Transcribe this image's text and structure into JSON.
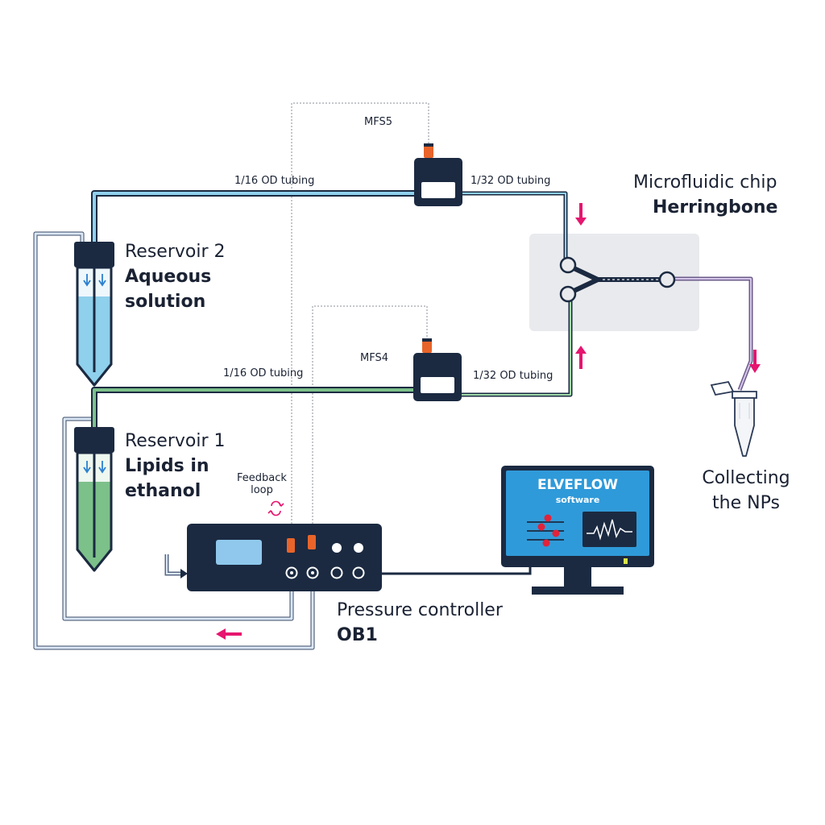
{
  "labels": {
    "mfs5": "MFS5",
    "mfs4": "MFS4",
    "tubing_116_top": "1/16 OD tubing",
    "tubing_132_top": "1/32 OD tubing",
    "tubing_116_bottom": "1/16 OD tubing",
    "tubing_132_bottom": "1/32 OD tubing",
    "chip_line1": "Microfluidic chip",
    "chip_line2": "Herringbone",
    "reservoir2_line1": "Reservoir 2",
    "reservoir2_line2": "Aqueous",
    "reservoir2_line3": "solution",
    "reservoir1_line1": "Reservoir 1",
    "reservoir1_line2": "Lipids in",
    "reservoir1_line3": "ethanol",
    "feedback_line1": "Feedback",
    "feedback_line2": "loop",
    "controller_line1": "Pressure controller",
    "controller_line2": "OB1",
    "collect_line1": "Collecting",
    "collect_line2": "the NPs",
    "software_brand": "ELVEFLOW",
    "software_sub": "software"
  },
  "icons": {
    "flow_arrow": "pink-arrow-icon",
    "feedback": "refresh-icon",
    "sensor_connector": "orange-connector-icon"
  },
  "colors": {
    "navy": "#1b2a41",
    "aqueous": "#8fd0ec",
    "lipid": "#7cc08a",
    "tube_blue": "#5aa9d6",
    "tube_green": "#6bb784",
    "tube_purple": "#b59cd2",
    "accent_pink": "#e6156f",
    "sensor_orange": "#e8642a",
    "chip_panel": "#e9eaee",
    "monitor_blue": "#2f9ad9"
  }
}
